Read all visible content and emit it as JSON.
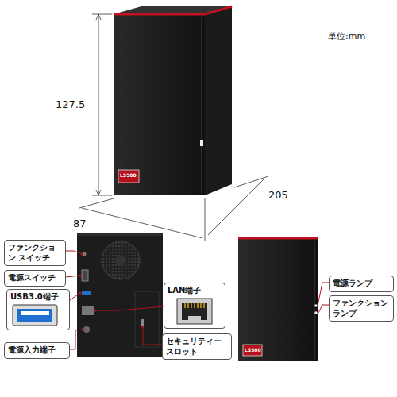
{
  "diagram": {
    "nodes": [
      {
        "text": [
          "ファンクション スイッチ"
        ]
      },
      {
        "text": [
          "電源スイッチ"
        ]
      },
      {
        "text": [
          "USB3.0端子"
        ]
      },
      {
        "text": [
          "電源入力端子"
        ]
      },
      {
        "text": [
          "LAN端子"
        ]
      },
      {
        "text": [
          "セキュリティー スロット"
        ]
      },
      {
        "text": [
          "電源ランプ"
        ]
      },
      {
        "text": [
          "ファンクション ランプ"
        ]
      }
    ],
    "edges": [],
    "labels": [
      "単位:mm",
      "127.5",
      "205",
      "87",
      "LS500",
      "LS500"
    ]
  }
}
